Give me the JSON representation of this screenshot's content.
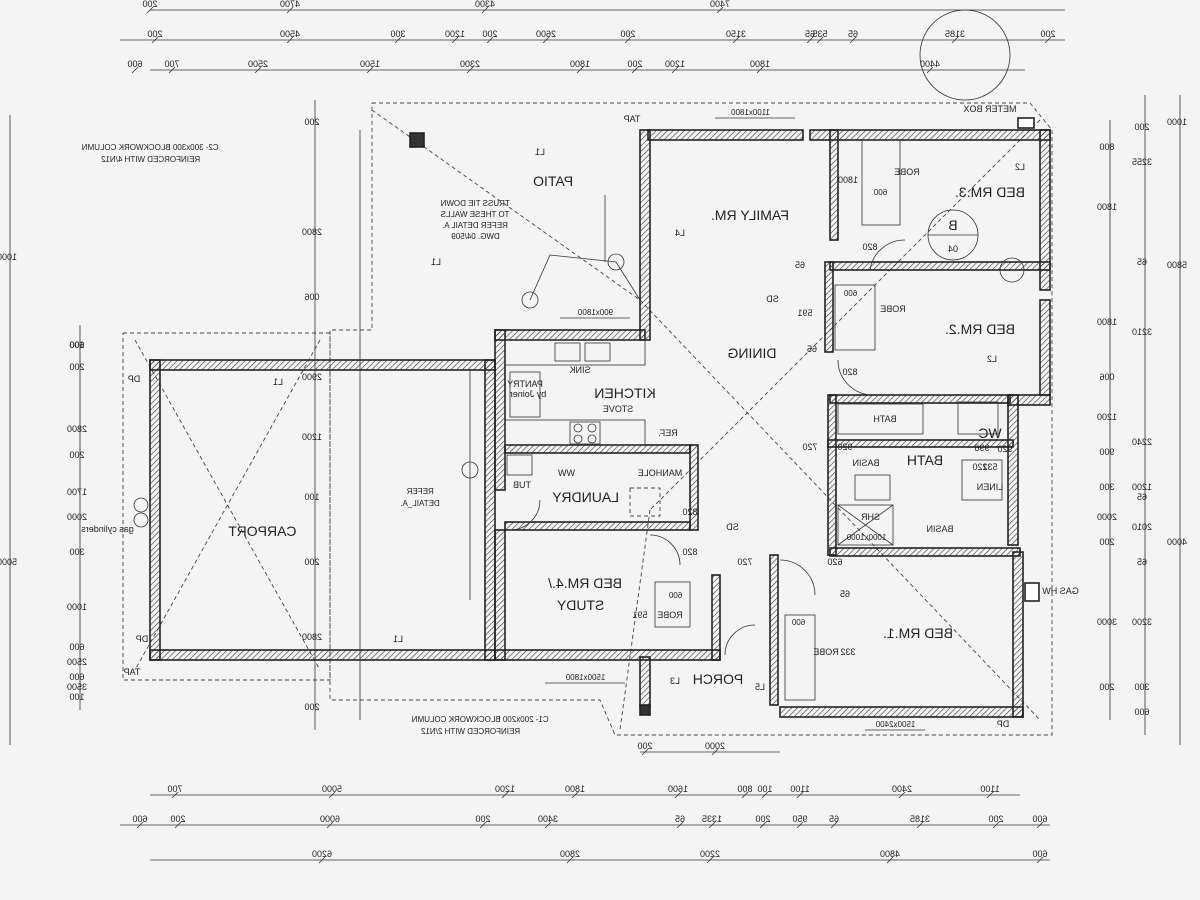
{
  "rooms": {
    "patio": "PATIO",
    "family": "FAMILY RM.",
    "bed3": "BED RM.3.",
    "bed2": "BED RM.2.",
    "dining": "DINING",
    "kitchen": "KITCHEN",
    "laundry": "LAUNDRY",
    "carport": "CARPORT",
    "bed4": "BED RM.4./",
    "study": "STUDY",
    "bed1": "BED RM.1.",
    "porch": "PORCH",
    "bath": "BATH",
    "wc": "WC"
  },
  "fixtures": {
    "robe": "ROBE",
    "sink": "SINK",
    "pantry": "PANTRY",
    "by_joiner": "by Joiner",
    "stove": "STOVE",
    "ref": "REF.",
    "manhole": "MANHOLE",
    "ww": "WW",
    "tub": "TUB",
    "bath_fixture": "BATH",
    "basin": "BASIN",
    "linen": "LINEN",
    "shr": "SHR",
    "shr_size": "1000x1000",
    "meter_box": "METER BOX",
    "gas_hw": "GAS HW",
    "gas_cylinders": "gas cylinders",
    "tap": "TAP",
    "dp": "DP",
    "sd": "SD"
  },
  "notes": {
    "column_c2_line1": "C2- 300x300 BLOCKWORK COLUMN",
    "column_c2_line2": "REINFORCED WITH 4/N12",
    "column_c1_line1": "C1- 200x200 BLOCKWORK COLUMN",
    "column_c1_line2": "REINFORCED WITH 2/N12",
    "truss_1": "TRUSS TIE DOWN",
    "truss_2": "TO THESE WALLS",
    "truss_3": "REFER DETAIL A.",
    "truss_4": "DWG. 04/509",
    "refer_1": "REFER",
    "refer_2": "DETAIL_A.",
    "section_letter": "B",
    "section_sheet": "04"
  },
  "windows": {
    "w_family_top": "1100x1800",
    "w_patio": "900x1800",
    "w_bed3": "1800x600",
    "w_bed2": "1800x600",
    "w_bed4": "1500x1800",
    "w_bed1": "1500x2400",
    "w_robe3": "600",
    "w_robe2": "600",
    "w_robe4": "600",
    "w_robe1": "600"
  },
  "levels": {
    "l1": "L1",
    "l2": "L2",
    "l3": "L3",
    "l4": "L4",
    "l5": "L5"
  },
  "dims_top_row1": [
    "200",
    "4500",
    "300",
    "1200",
    "200",
    "2600",
    "200",
    "3150",
    "65",
    "535",
    "65",
    "3185",
    "200"
  ],
  "dims_top_row2": [
    "600",
    "700",
    "2500",
    "1500",
    "2300",
    "1800",
    "200",
    "1200",
    "1800",
    "4400"
  ],
  "dims_top_row0": [
    "200",
    "4700",
    "4300",
    "7400"
  ],
  "dims_bottom_row1": [
    "700",
    "5000",
    "1200",
    "1800",
    "1600",
    "100",
    "800",
    "1100",
    "2400",
    "1100"
  ],
  "dims_bottom_row2": [
    "600",
    "200",
    "6000",
    "200",
    "3400",
    "65",
    "1335",
    "200",
    "950",
    "65",
    "3185",
    "200",
    "600"
  ],
  "dims_bottom_row3": [
    "6200",
    "2800",
    "2200",
    "4800",
    "600"
  ],
  "dims_porch": [
    "2000",
    "200"
  ],
  "dims_left_outer": [
    "1000",
    "5000"
  ],
  "dims_left_inner": [
    "100",
    "600",
    "200",
    "2800",
    "200",
    "1700",
    "2000",
    "300",
    "1000",
    "600",
    "2500",
    "600",
    "3500",
    "100"
  ],
  "dims_left_row2": [
    "200",
    "2800",
    "006",
    "2900",
    "1200",
    "100",
    "200",
    "2800",
    "200"
  ],
  "dims_right_outer": [
    "1000",
    "5800",
    "4000"
  ],
  "dims_right_row1": [
    "200",
    "3255",
    "65",
    "3210",
    "2240",
    "1200",
    "65",
    "2010",
    "65",
    "3200",
    "300",
    "600"
  ],
  "dims_right_row2": [
    "800",
    "1800",
    "1800",
    "006",
    "1200",
    "900",
    "300",
    "2000",
    "200",
    "3000",
    "200"
  ],
  "misc_dims": [
    "820",
    "820",
    "820",
    "820",
    "720",
    "720",
    "620",
    "920",
    "920",
    "1800",
    "591",
    "591",
    "65",
    "65",
    "65",
    "332",
    "120",
    "996",
    "532"
  ]
}
